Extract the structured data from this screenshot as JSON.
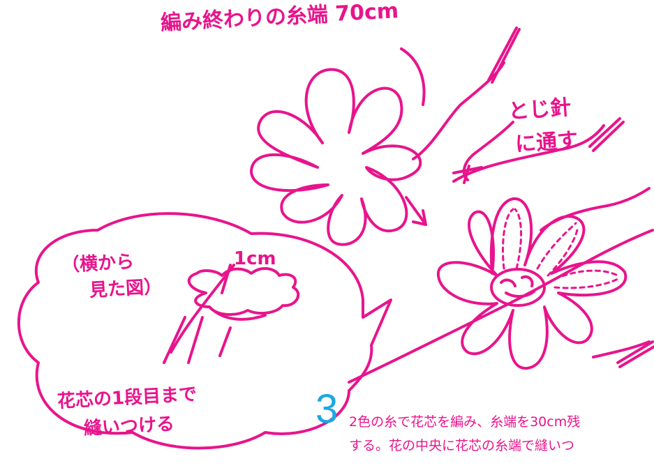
{
  "colors": {
    "line": "#E8148C",
    "step_number": "#1AA7E6",
    "background": "#FFFFFF"
  },
  "annotations": {
    "yarn_end": "編み終わりの糸端 70cm",
    "needle_line1": "とじ針",
    "needle_line2": "に通す",
    "side_view_line1": "（横から",
    "side_view_line2": "見た図）",
    "height": "1cm",
    "sew_line1": "花芯の1段目まで",
    "sew_line2": "縫いつける"
  },
  "step": {
    "number": "3",
    "line1": "2色の糸で花芯を編み、糸端を30cm残",
    "line2": "する。花の中央に花芯の糸端で縫いつ"
  }
}
